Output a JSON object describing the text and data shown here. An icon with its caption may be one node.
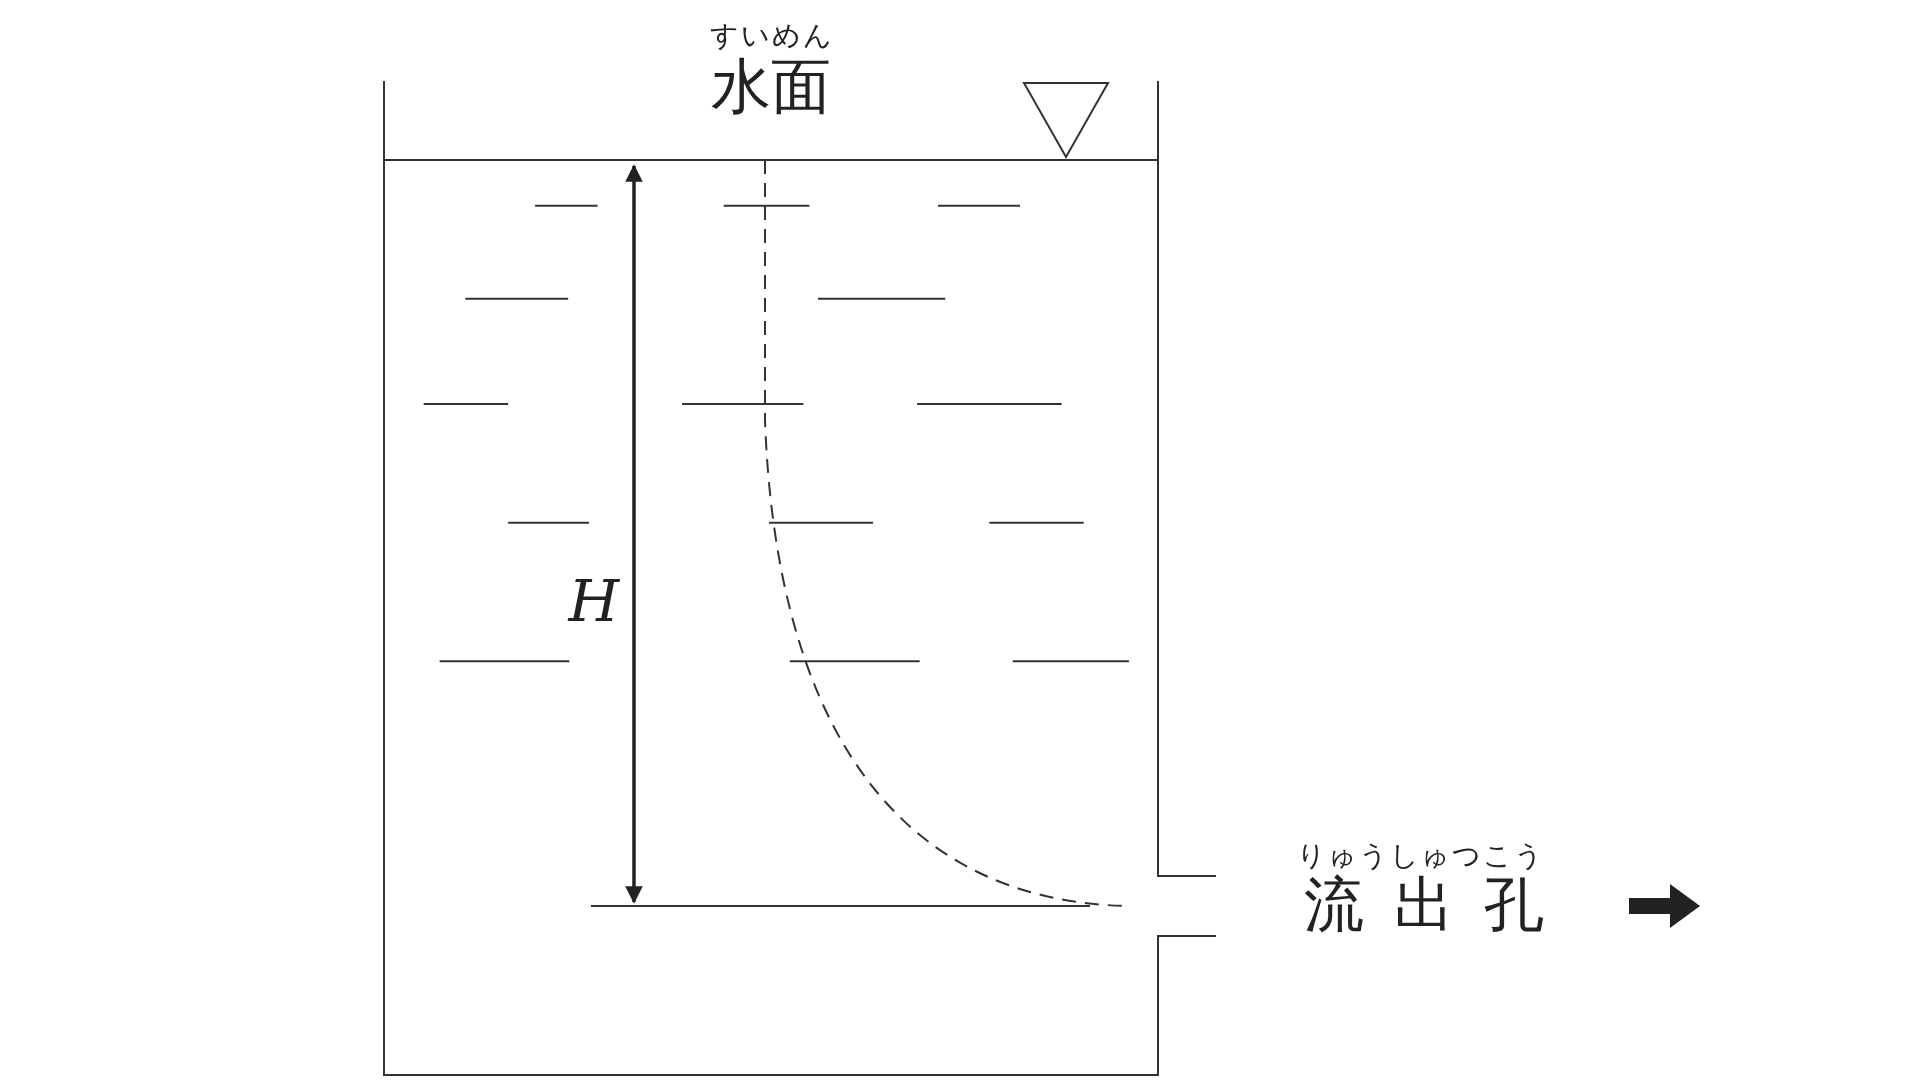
{
  "diagram": {
    "labels": [
      "すいめん",
      "水面",
      "H",
      "りゅうしゅつこう",
      "流出孔"
    ]
  }
}
